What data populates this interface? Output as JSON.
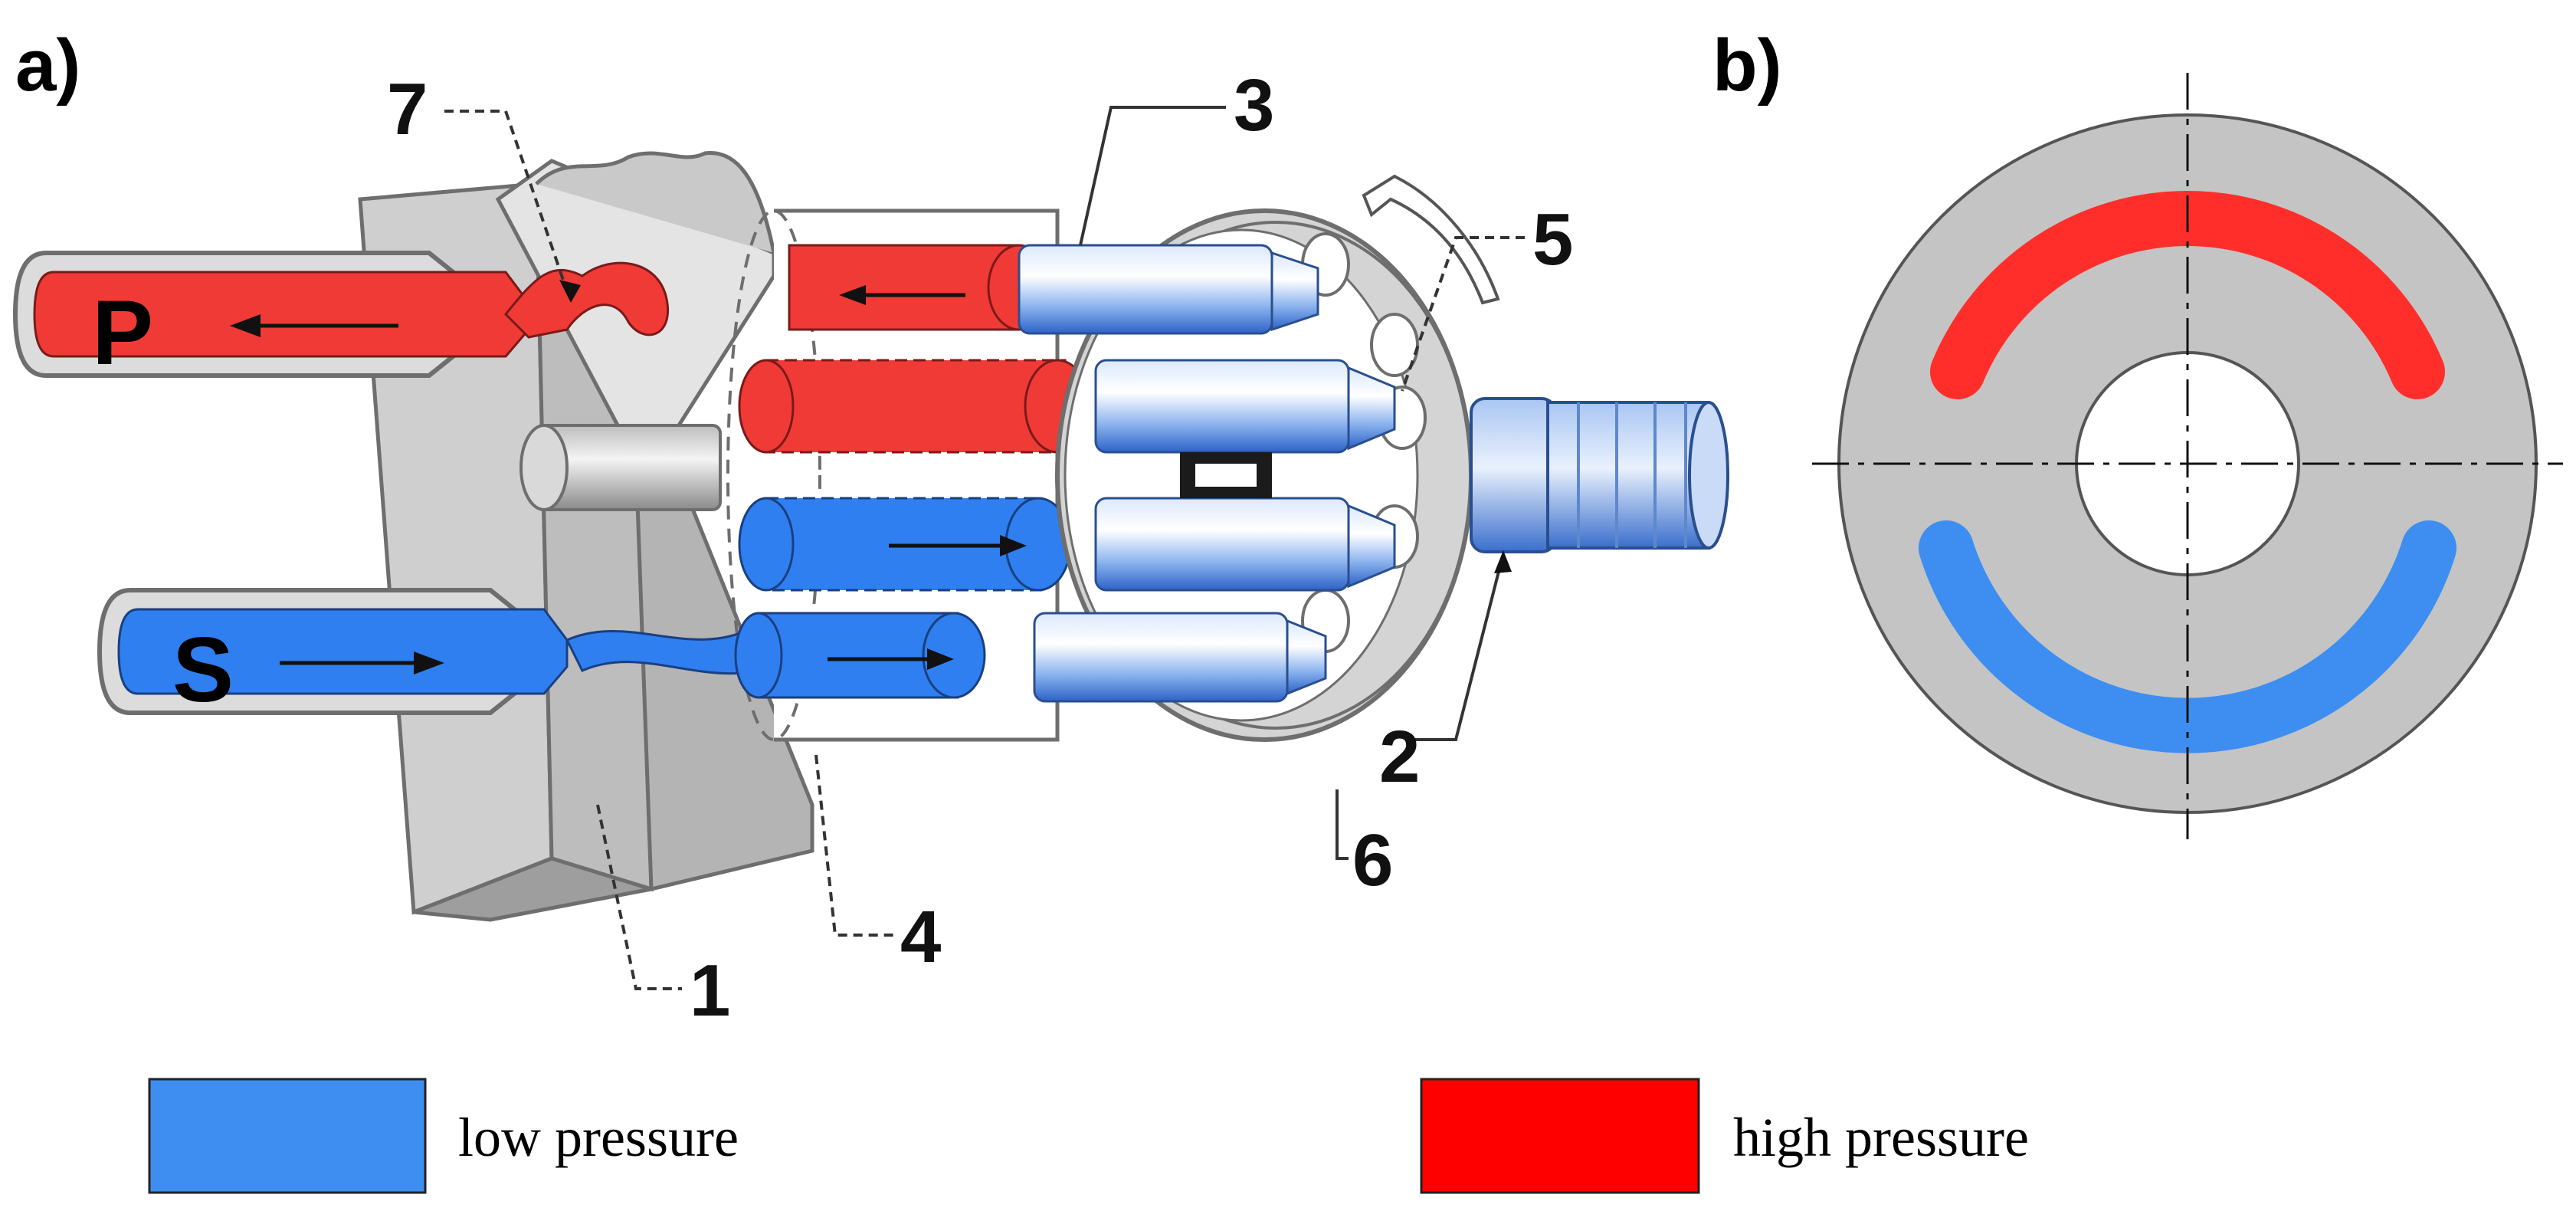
{
  "panels": {
    "a": "a)",
    "b": "b)"
  },
  "ports": {
    "pressure": "P",
    "suction": "S"
  },
  "callouts": {
    "c1": "1",
    "c2": "2",
    "c3": "3",
    "c4": "4",
    "c5": "5",
    "c6": "6",
    "c7": "7"
  },
  "legend": {
    "low": "low pressure",
    "high": "high pressure"
  },
  "colors": {
    "low_pressure": "#3d8ef0",
    "high_pressure": "#ff0000",
    "port_red": "#f03a36",
    "port_blue": "#2f7ff0",
    "body_gray": "#c7c7c7",
    "disk_gray": "#c4c4c4"
  }
}
